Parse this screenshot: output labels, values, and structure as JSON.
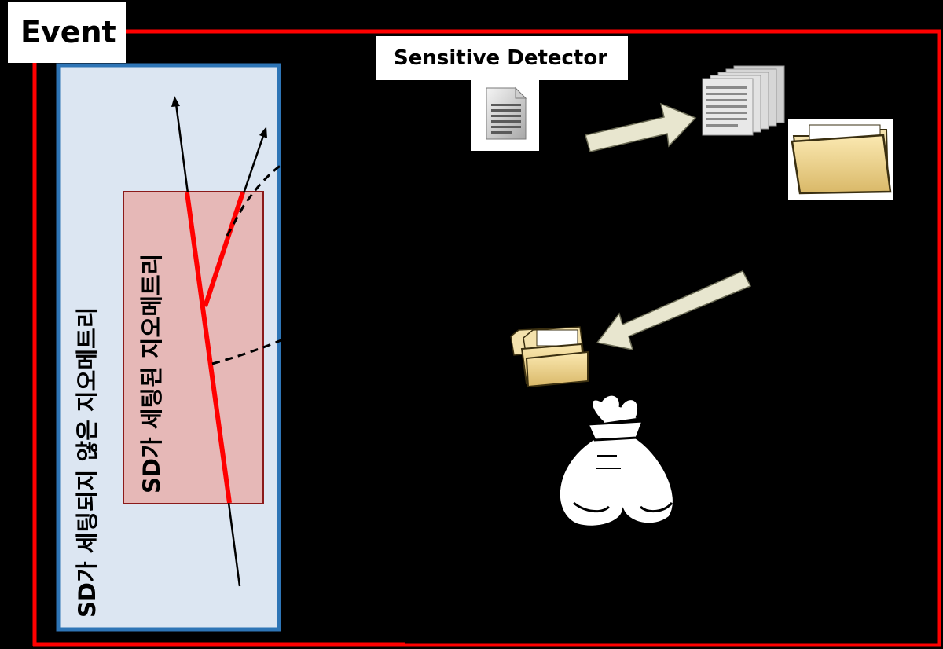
{
  "diagram": {
    "event_label": "Event",
    "sensitive_detector_label": "Sensitive Detector",
    "outer_geometry_label": "SD가 세팅되지 않은 지오메트리",
    "inner_geometry_label": "SD가 세팅된 지오메트리",
    "icons": [
      "document-icon",
      "stacked-documents-icon",
      "folder-icon",
      "stacked-folders-icon",
      "money-bag-icon"
    ],
    "colors": {
      "background": "#000000",
      "event_frame": "#ff0000",
      "outer_geometry_fill": "#dce6f2",
      "outer_geometry_border": "#2e75b6",
      "inner_geometry_fill": "#e6b8b7",
      "inner_geometry_border": "#8b1a1a",
      "track_in_sd": "#ff0000",
      "arrow_fill": "#e8e6cf"
    }
  }
}
